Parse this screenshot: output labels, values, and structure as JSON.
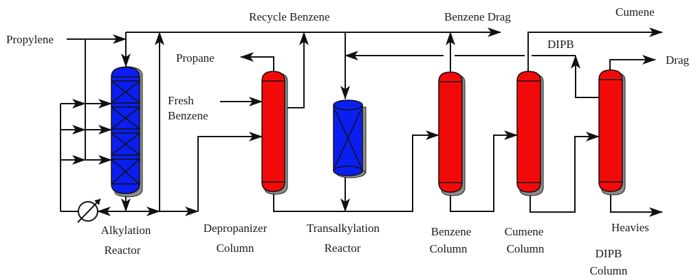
{
  "title": "Cumene Production Process Flow Diagram",
  "colors": {
    "reactor_fill": "#0a1ef0",
    "column_fill": "#f20a0a",
    "shadow": "#8c8c8c",
    "line": "#111111",
    "background": "#ffffff"
  },
  "equipment": [
    {
      "id": "alkylation-reactor",
      "type": "packed-reactor",
      "label_lines": [
        "Alkylation",
        "Reactor"
      ]
    },
    {
      "id": "depropanizer-column",
      "type": "column",
      "label_lines": [
        "Depropanizer",
        "Column"
      ]
    },
    {
      "id": "transalkylation-reactor",
      "type": "reactor",
      "label_lines": [
        "Transalkylation",
        "Reactor"
      ]
    },
    {
      "id": "benzene-column",
      "type": "column",
      "label_lines": [
        "Benzene",
        "Column"
      ]
    },
    {
      "id": "cumene-column",
      "type": "column",
      "label_lines": [
        "Cumene",
        "Column"
      ]
    },
    {
      "id": "dipb-column",
      "type": "column",
      "label_lines": [
        "DIPB",
        "Column"
      ]
    }
  ],
  "streams": {
    "propylene": "Propylene",
    "recycle_benzene": "Recycle Benzene",
    "benzene_drag": "Benzene Drag",
    "cumene": "Cumene",
    "dipb": "DIPB",
    "drag": "Drag",
    "propane": "Propane",
    "fresh_benzene_1": "Fresh",
    "fresh_benzene_2": "Benzene",
    "heavies": "Heavies"
  },
  "icons": {
    "heat_exchanger": "heat-exchanger-icon"
  }
}
